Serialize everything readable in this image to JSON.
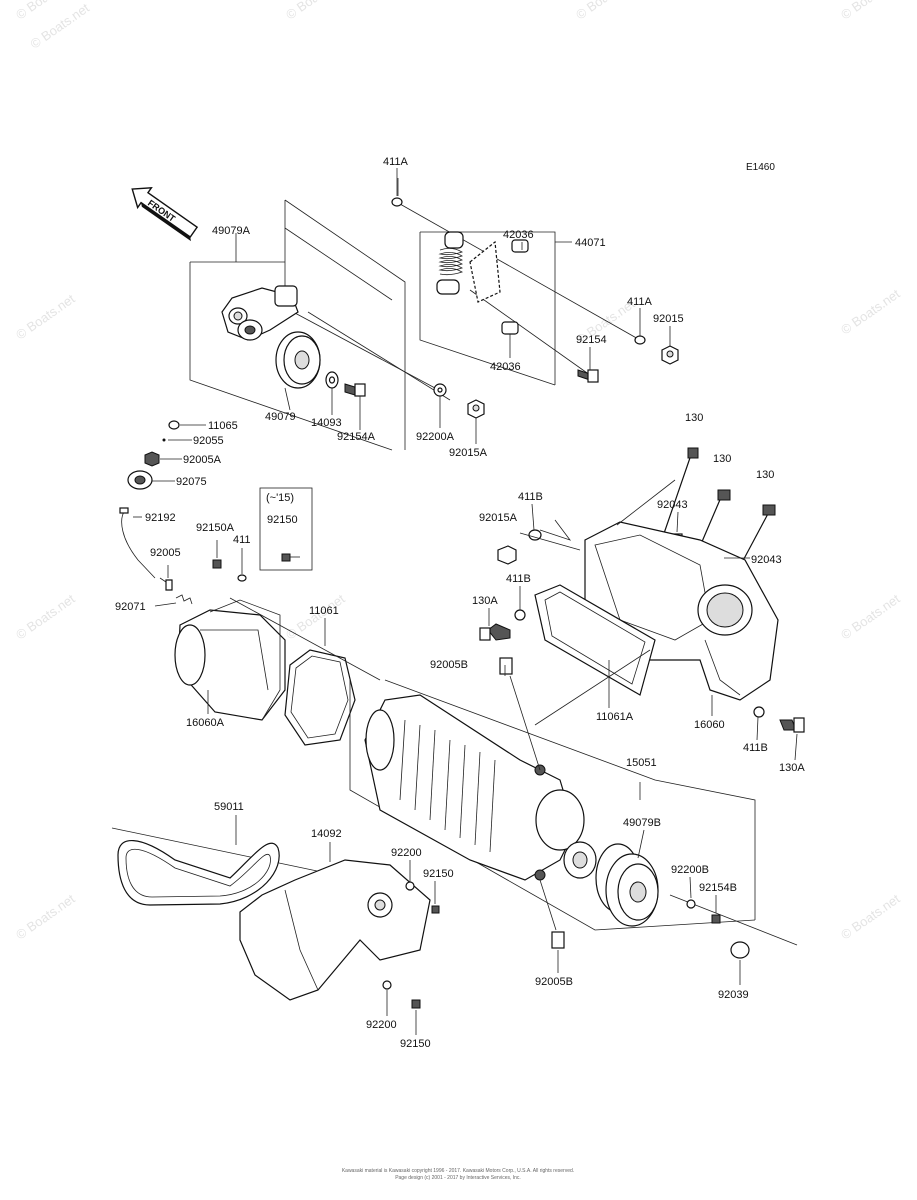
{
  "diagram": {
    "code": "E1460",
    "front_label": "FRONT",
    "watermark": "© Boats.net",
    "footer_line1": "Kawasaki material is Kawasaki copyright 1996 - 2017. Kawasaki Motors Corp., U.S.A. All rights reserved.",
    "footer_line2": "Page design (c) 2001 - 2017 by Interactive Services, Inc.",
    "labels": {
      "l411A_top": "411A",
      "l42036_top": "42036",
      "l44071": "44071",
      "l49079A": "49079A",
      "l411A_right": "411A",
      "l92015": "92015",
      "l92154": "92154",
      "l42036_bot": "42036",
      "l49079": "49079",
      "l14093": "14093",
      "l92154A": "92154A",
      "l92200A": "92200A",
      "l92015A_top": "92015A",
      "l11065": "11065",
      "l92055": "92055",
      "l92005A": "92005A",
      "l92075": "92075",
      "l92192": "92192",
      "l92150A": "92150A",
      "l411": "411",
      "l15note": "(~'15)",
      "l92150_box": "92150",
      "l92005": "92005",
      "l92071": "92071",
      "l11061": "11061",
      "l16060A": "16060A",
      "l130_a": "130",
      "l130_b": "130",
      "l130_c": "130",
      "l92043_a": "92043",
      "l92043_b": "92043",
      "l411B_a": "411B",
      "l92015A_mid": "92015A",
      "l411B_b": "411B",
      "l130A_a": "130A",
      "l92005B_top": "92005B",
      "l11061A": "11061A",
      "l16060": "16060",
      "l411B_c": "411B",
      "l130A_b": "130A",
      "l15051": "15051",
      "l59011": "59011",
      "l14092": "14092",
      "l92200_a": "92200",
      "l92150_a": "92150",
      "l49079B": "49079B",
      "l92200B": "92200B",
      "l92154B": "92154B",
      "l92005B_bot": "92005B",
      "l92039": "92039",
      "l92200_b": "92200",
      "l92150_b": "92150"
    }
  }
}
